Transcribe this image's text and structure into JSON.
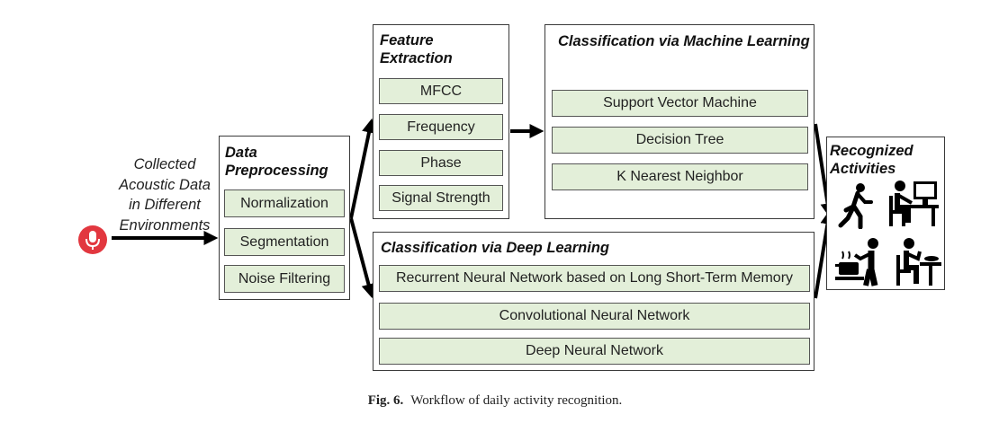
{
  "input": {
    "icon": "microphone-icon",
    "icon_color": "#e2373f",
    "label_lines": [
      "Collected",
      "Acoustic Data",
      "in Different",
      "Environments"
    ]
  },
  "preprocessing": {
    "title_lines": [
      "Data",
      "Preprocessing"
    ],
    "items": [
      "Normalization",
      "Segmentation",
      "Noise Filtering"
    ]
  },
  "feature_extraction": {
    "title_lines": [
      "Feature",
      "Extraction"
    ],
    "items": [
      "MFCC",
      "Frequency",
      "Phase",
      "Signal Strength"
    ]
  },
  "ml": {
    "title": "Classification via Machine Learning",
    "items": [
      "Support Vector Machine",
      "Decision Tree",
      "K Nearest Neighbor"
    ]
  },
  "dl": {
    "title": "Classification via Deep Learning",
    "items": [
      "Recurrent Neural Network based on Long Short-Term Memory",
      "Convolutional Neural Network",
      "Deep Neural Network"
    ]
  },
  "output": {
    "title_lines": [
      "Recognized",
      "Activities"
    ],
    "icons": [
      "walking-person-icon",
      "person-at-computer-icon",
      "person-cooking-icon",
      "person-eating-icon"
    ]
  },
  "caption": {
    "label": "Fig. 6.",
    "text": "Workflow of daily activity recognition."
  },
  "colors": {
    "item_fill": "#e3efd9",
    "border": "#3a3a3a"
  }
}
